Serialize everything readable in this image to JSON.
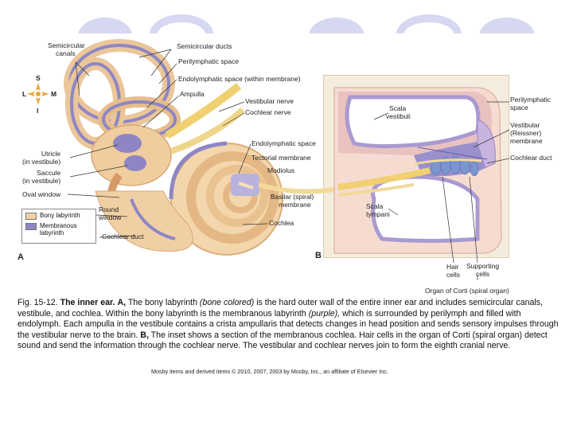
{
  "panel_a": {
    "letter": "A",
    "labels": {
      "semicircular_canals_1": "Semicircular",
      "semicircular_canals_2": "canals",
      "semicircular_ducts": "Semicircular ducts",
      "perilymphatic_space": "Perilymphatic space",
      "endolymphatic_space": "Endolymphatic space (within membrane)",
      "ampulla": "Ampulla",
      "vestibular_nerve": "Vestibular nerve",
      "cochlear_nerve": "Cochlear nerve",
      "utricle_1": "Utricle",
      "utricle_2": "(in vestibule)",
      "saccule_1": "Saccule",
      "saccule_2": "(in vestibule)",
      "oval_window": "Oval window",
      "round_window_1": "Round",
      "round_window_2": "window",
      "endolymphatic_space_b": "Endolymphatic space",
      "tectorial_membrane": "Tectorial membrane",
      "modiolus": "Modiolus",
      "basilar_1": "Basilar (spiral)",
      "basilar_2": "membrane",
      "cochlea": "Cochlea",
      "cochlear_duct": "Cochlear duct"
    },
    "compass": {
      "s": "S",
      "l": "L",
      "m": "M",
      "i": "I"
    },
    "legend": {
      "bony": "Bony labyrinth",
      "membranous_1": "Membranous",
      "membranous_2": "labyrinth"
    }
  },
  "panel_b": {
    "letter": "B",
    "labels": {
      "scala_vestibuli_1": "Scala",
      "scala_vestibuli_2": "vestibuli",
      "perilymphatic_1": "Perilymphatic",
      "perilymphatic_2": "space",
      "vestibular_membrane_1": "Vestibular",
      "vestibular_membrane_2": "(Reissner)",
      "vestibular_membrane_3": "membrane",
      "cochlear_duct": "Cochlear duct",
      "scala_tympani_1": "Scala",
      "scala_tympani_2": "tympani",
      "hair_cells_1": "Hair",
      "hair_cells_2": "cells",
      "supporting_cells_1": "Supporting",
      "supporting_cells_2": "cells",
      "organ_of_corti": "Organ of Corti (spiral organ)"
    }
  },
  "caption": {
    "fig_number": "Fig. 15-12.",
    "fig_title": "The inner ear.",
    "part_a_letter": "A,",
    "text_1": "The bony labyrinth",
    "italic_1": "(bone colored)",
    "text_2": "is the hard outer wall of the entire inner ear and includes semicircular canals, vestibule, and cochlea. Within the bony labyrinth is the membranous labyrinth",
    "italic_2": "(purple),",
    "text_3": "which is surrounded by perilymph and filled with endolymph. Each ampulla in the vestibule contains a crista ampullaris that detects changes in head position and sends sensory impulses through the vestibular nerve to the brain.",
    "part_b_letter": "B,",
    "text_4": "The inset shows a section of the membranous cochlea. Hair cells in the organ of Corti (spiral organ) detect sound and send the information through the cochlear nerve. The vestibular and cochlear nerves join to form the eighth cranial nerve."
  },
  "credit": "Mosby items and derived items © 2010, 2007, 2003 by Mosby, Inc., an affiliate of Elsevier Inc.",
  "colors": {
    "bone": "#f2d2a6",
    "bone_dark": "#e2b27c",
    "membrane": "#8e86c4",
    "membrane_light": "#b8b2dc",
    "nerve": "#f0d070",
    "deco_circle": "#d4d6f0"
  }
}
